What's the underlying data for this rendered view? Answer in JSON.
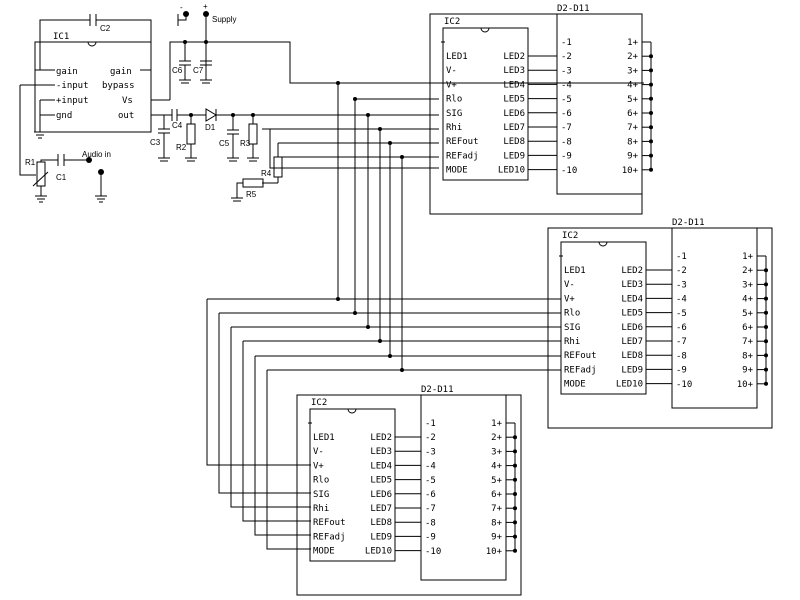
{
  "amp": {
    "chip": "IC1",
    "pins_left": [
      "gain",
      "-input",
      "+input",
      "gnd"
    ],
    "pins_right": [
      "gain",
      "bypass",
      "Vs",
      "out"
    ]
  },
  "parts": {
    "c1": "C1",
    "c2": "C2",
    "c3": "C3",
    "c4": "C4",
    "c5": "C5",
    "c6": "C6",
    "c7": "C7",
    "r1": "R1",
    "r2": "R2",
    "r3": "R3",
    "r4": "R4",
    "r5": "R5",
    "d1": "D1"
  },
  "supply": {
    "label": "Supply",
    "minus": "-",
    "plus": "+"
  },
  "audio_in": "Audio in",
  "driver": {
    "chip": "IC2",
    "pins_left": [
      "LED1",
      "V-",
      "V+",
      "Rlo",
      "SIG",
      "Rhi",
      "REFout",
      "REFadj",
      "MODE"
    ],
    "pins_right": [
      "LED2",
      "LED3",
      "LED4",
      "LED5",
      "LED6",
      "LED7",
      "LED8",
      "LED9",
      "LED10"
    ]
  },
  "led_bar": {
    "name": "D2-D11",
    "cathodes": [
      "-1",
      "-2",
      "-3",
      "-4",
      "-5",
      "-6",
      "-7",
      "-8",
      "-9",
      "-10"
    ],
    "anodes": [
      "1+",
      "2+",
      "3+",
      "4+",
      "5+",
      "6+",
      "7+",
      "8+",
      "9+",
      "10+"
    ]
  }
}
